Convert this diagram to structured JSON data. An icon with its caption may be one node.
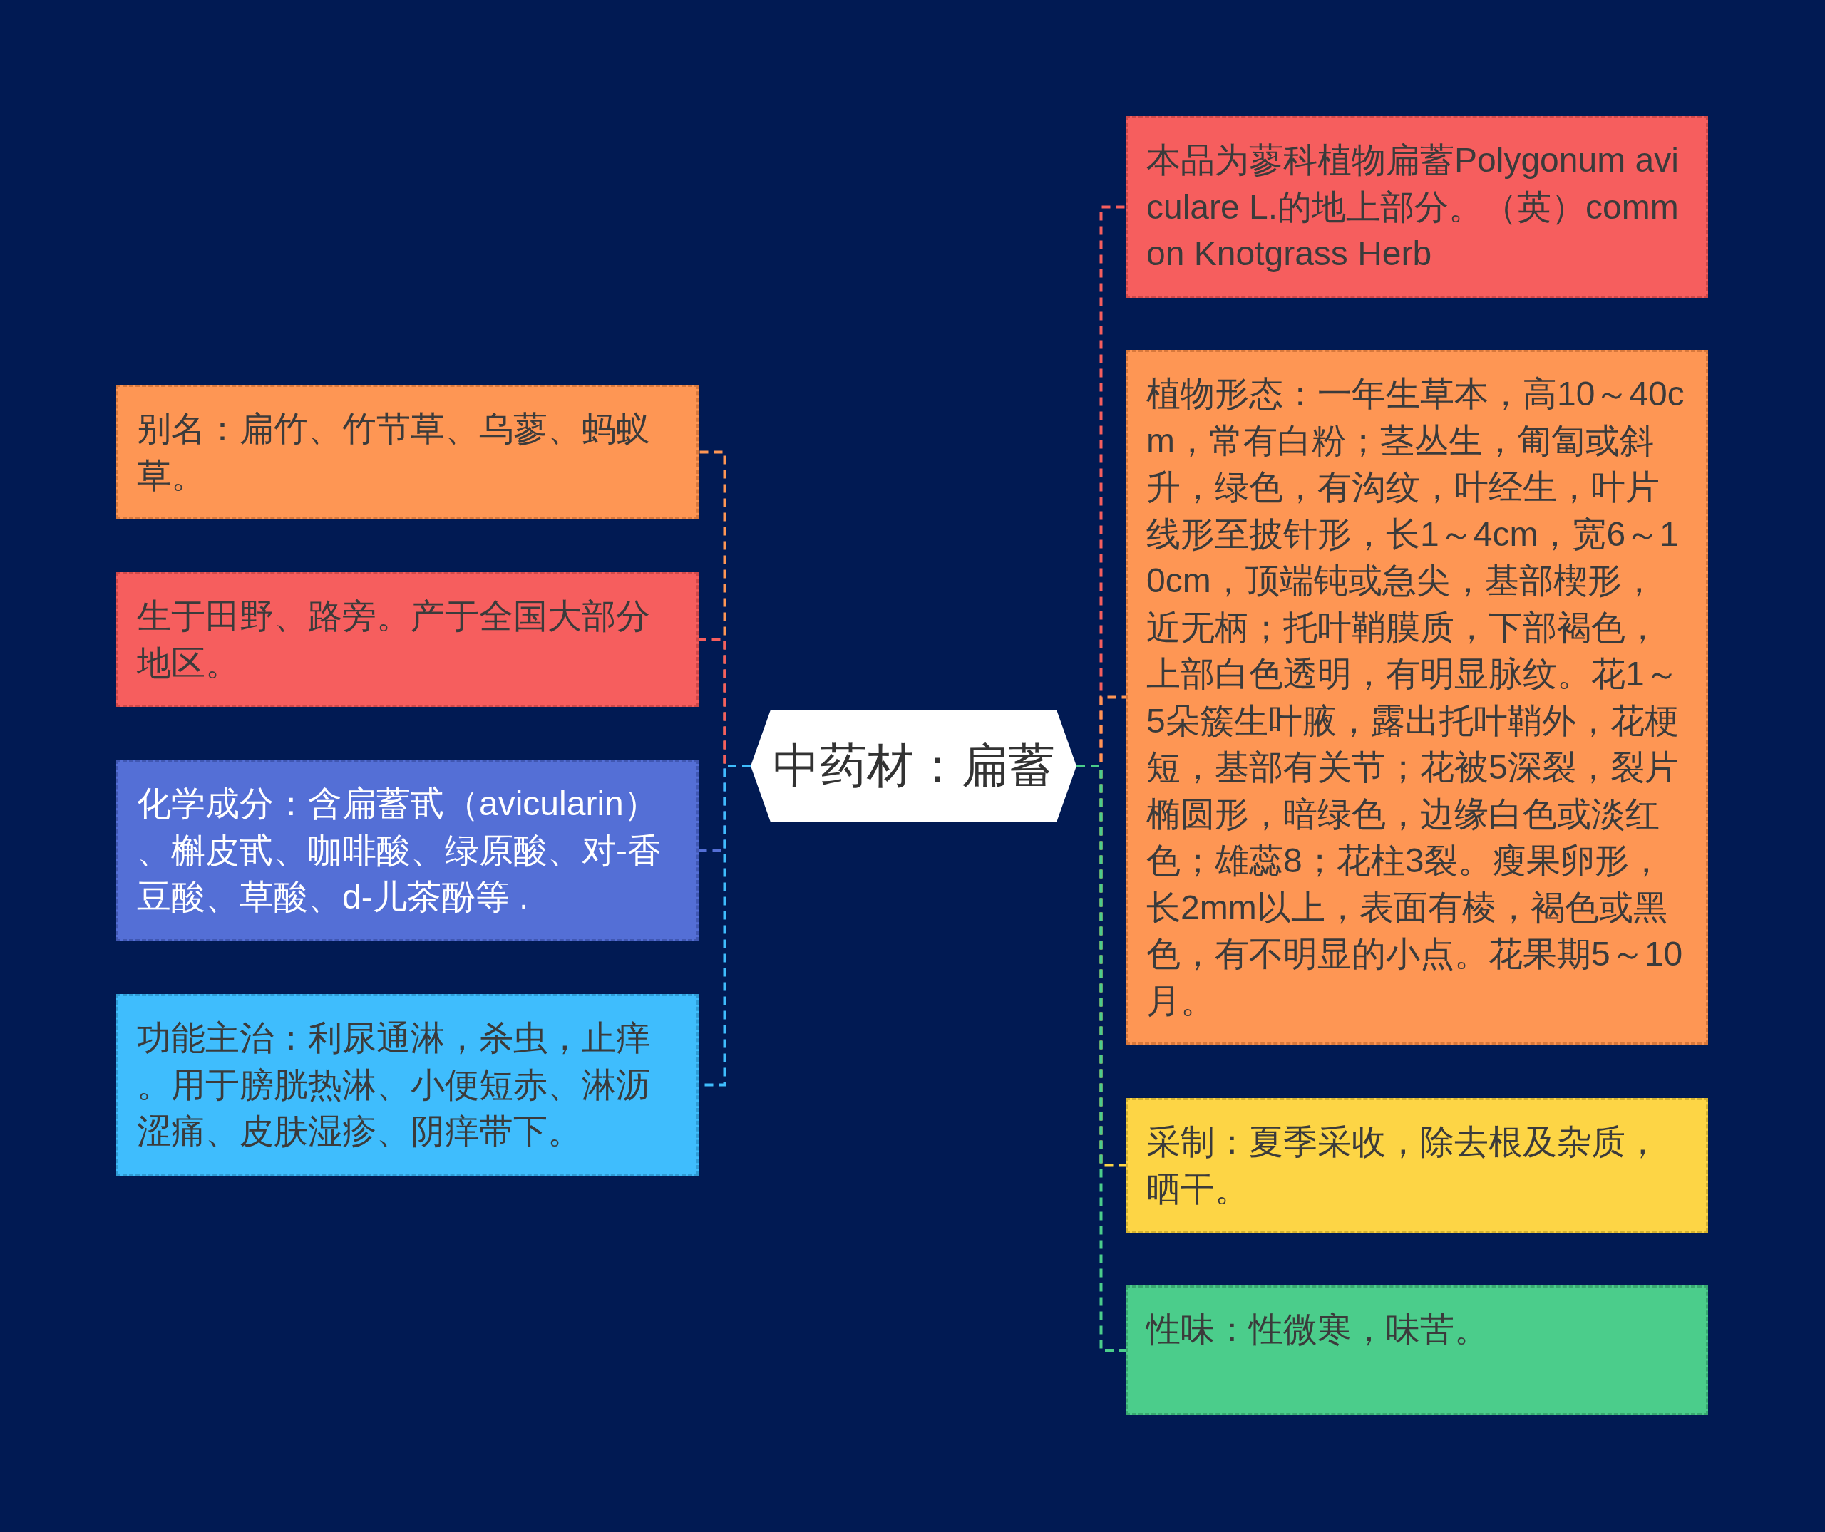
{
  "diagram": {
    "nodes": [
      {
        "text": [
          "中药材：扁蓄"
        ]
      },
      {
        "text": [
          "别名：扁竹、竹节草、乌蓼、蚂蚁草。"
        ]
      },
      {
        "text": [
          "生于田野、路旁。产于全国大部分地区。"
        ]
      },
      {
        "text": [
          "化学成分：含扁蓄甙（avicularin）、槲皮甙、咖啡酸、绿原酸、对-香豆酸、草酸、d-儿茶酚等 ."
        ]
      },
      {
        "text": [
          "功能主治：利尿通淋，杀虫，止痒。用于膀胱热淋、小便短赤、淋沥涩痛、皮肤湿疹、阴痒带下。"
        ]
      },
      {
        "text": [
          "本品为蓼科植物扁蓄Polygonum aviculare L.的地上部分。（英）common Knotgrass Herb"
        ]
      },
      {
        "text": [
          "植物形态：一年生草本，高10～40cm，常有白粉；茎丛生，匍匐或斜升，绿色，有沟纹，叶经生，叶片线形至披针形，长1～4cm，宽6～10cm，顶端钝或急尖，基部楔形，近无柄；托叶鞘膜质，下部褐色，上部白色透明，有明显脉纹。花1～5朵簇生叶腋，露出托叶鞘外，花梗短，基部有关节；花被5深裂，裂片椭圆形，暗绿色，边缘白色或淡红色；雄蕊8；花柱3裂。瘦果卵形，长2mm以上，表面有棱，褐色或黑色，有不明显的小点。花果期5～10月。"
        ]
      },
      {
        "text": [
          "采制：夏季采收，除去根及杂质，晒干。"
        ]
      },
      {
        "text": [
          "性味：性微寒，味苦。"
        ]
      }
    ],
    "edges": [
      {
        "from": 0,
        "to": 1,
        "arrow": "none",
        "style": "dashed",
        "color": "#fe9654"
      },
      {
        "from": 0,
        "to": 2,
        "arrow": "none",
        "style": "dashed",
        "color": "#f65e5e"
      },
      {
        "from": 0,
        "to": 3,
        "arrow": "none",
        "style": "dashed",
        "color": "#546fd6"
      },
      {
        "from": 0,
        "to": 4,
        "arrow": "none",
        "style": "dashed",
        "color": "#3fbdfd"
      },
      {
        "from": 0,
        "to": 5,
        "arrow": "none",
        "style": "dashed",
        "color": "#f65e5e"
      },
      {
        "from": 0,
        "to": 6,
        "arrow": "none",
        "style": "dashed",
        "color": "#fe9654"
      },
      {
        "from": 0,
        "to": 7,
        "arrow": "none",
        "style": "dashed",
        "color": "#fdd545"
      },
      {
        "from": 0,
        "to": 8,
        "arrow": "none",
        "style": "dashed",
        "color": "#4bcd8b"
      }
    ]
  }
}
